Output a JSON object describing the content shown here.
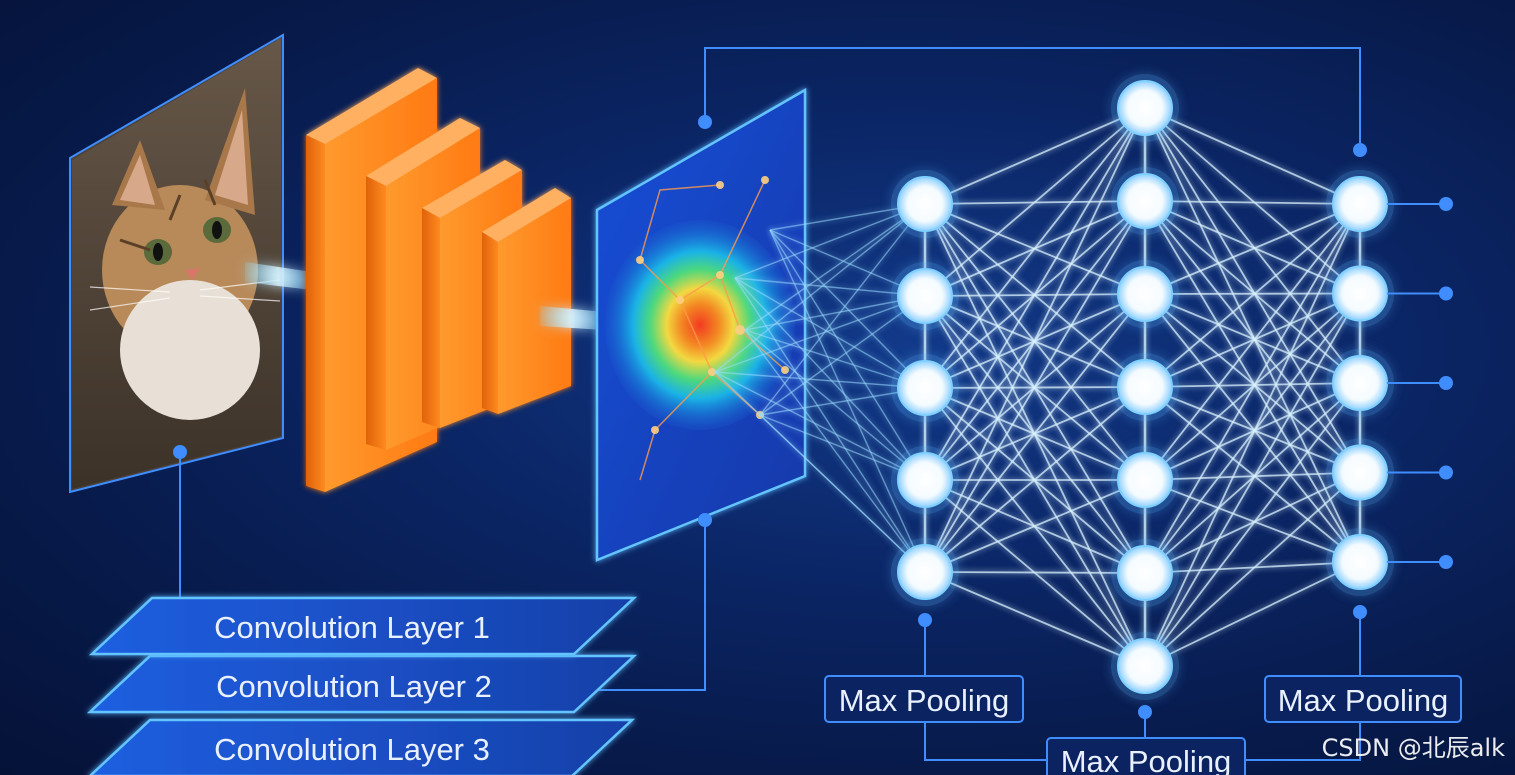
{
  "convolution_layers": [
    {
      "label": "Convolution Layer 1"
    },
    {
      "label": "Convolution Layer 2"
    },
    {
      "label": "Convolution Layer 3"
    }
  ],
  "pooling_labels": [
    {
      "label": "Max Pooling"
    },
    {
      "label": "Max Pooling"
    },
    {
      "label": "Max Pooling"
    }
  ],
  "network": {
    "layer_node_counts": [
      5,
      7,
      5
    ]
  },
  "watermark": "CSDN @北辰alk",
  "colors": {
    "background": "#0b2666",
    "accent_glow": "#5fb8ff",
    "filter_orange": "#ff8a1f",
    "node_white": "#ffffff"
  }
}
